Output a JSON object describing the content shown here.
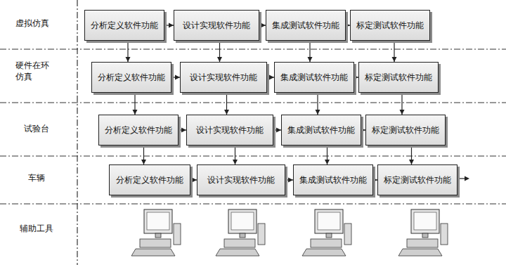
{
  "diagram": {
    "nodes": [
      {
        "text": [
          "分析定义软件功能"
        ]
      },
      {
        "text": [
          "设计实现软件功能"
        ]
      },
      {
        "text": [
          "集成测试软件功能"
        ]
      },
      {
        "text": [
          "标定测试软件功能"
        ]
      },
      {
        "text": [
          "分析定义软件功能"
        ]
      },
      {
        "text": [
          "设计实现软件功能"
        ]
      },
      {
        "text": [
          "集成测试软件功能"
        ]
      },
      {
        "text": [
          "标定测试软件功能"
        ]
      },
      {
        "text": [
          "分析定义软件功能"
        ]
      },
      {
        "text": [
          "设计实现软件功能"
        ]
      },
      {
        "text": [
          "集成测试软件功能"
        ]
      },
      {
        "text": [
          "标定测试软件功能"
        ]
      },
      {
        "text": [
          "分析定义软件功能"
        ]
      },
      {
        "text": [
          "设计实现软件功能"
        ]
      },
      {
        "text": [
          "集成测试软件功能"
        ]
      },
      {
        "text": [
          "标定测试软件功能"
        ]
      }
    ],
    "edges": [
      {
        "from": 0,
        "to": 1,
        "arrow": "to"
      },
      {
        "from": 1,
        "to": 2,
        "arrow": "to"
      },
      {
        "from": 2,
        "to": 3,
        "arrow": "to"
      },
      {
        "from": 4,
        "to": 5,
        "arrow": "to"
      },
      {
        "from": 5,
        "to": 6,
        "arrow": "to"
      },
      {
        "from": 6,
        "to": 7,
        "arrow": "to"
      },
      {
        "from": 8,
        "to": 9,
        "arrow": "to"
      },
      {
        "from": 9,
        "to": 10,
        "arrow": "to"
      },
      {
        "from": 10,
        "to": 11,
        "arrow": "to"
      },
      {
        "from": 12,
        "to": 13,
        "arrow": "to"
      },
      {
        "from": 13,
        "to": 14,
        "arrow": "to"
      },
      {
        "from": 14,
        "to": 15,
        "arrow": "to"
      },
      {
        "from": 0,
        "to": 4,
        "arrow": "to"
      },
      {
        "from": 1,
        "to": 5,
        "arrow": "to"
      },
      {
        "from": 2,
        "to": 6,
        "arrow": "to"
      },
      {
        "from": 3,
        "to": 7,
        "arrow": "to"
      },
      {
        "from": 4,
        "to": 8,
        "arrow": "to"
      },
      {
        "from": 5,
        "to": 9,
        "arrow": "to"
      },
      {
        "from": 6,
        "to": 10,
        "arrow": "to"
      },
      {
        "from": 7,
        "to": 11,
        "arrow": "to"
      },
      {
        "from": 8,
        "to": 12,
        "arrow": "to"
      },
      {
        "from": 9,
        "to": 13,
        "arrow": "to"
      },
      {
        "from": 10,
        "to": 14,
        "arrow": "to"
      },
      {
        "from": 11,
        "to": 15,
        "arrow": "to"
      }
    ],
    "labels": [
      "虚拟仿真",
      "硬件在环仿真",
      "试验台",
      "车辆",
      "辅助工具"
    ]
  }
}
